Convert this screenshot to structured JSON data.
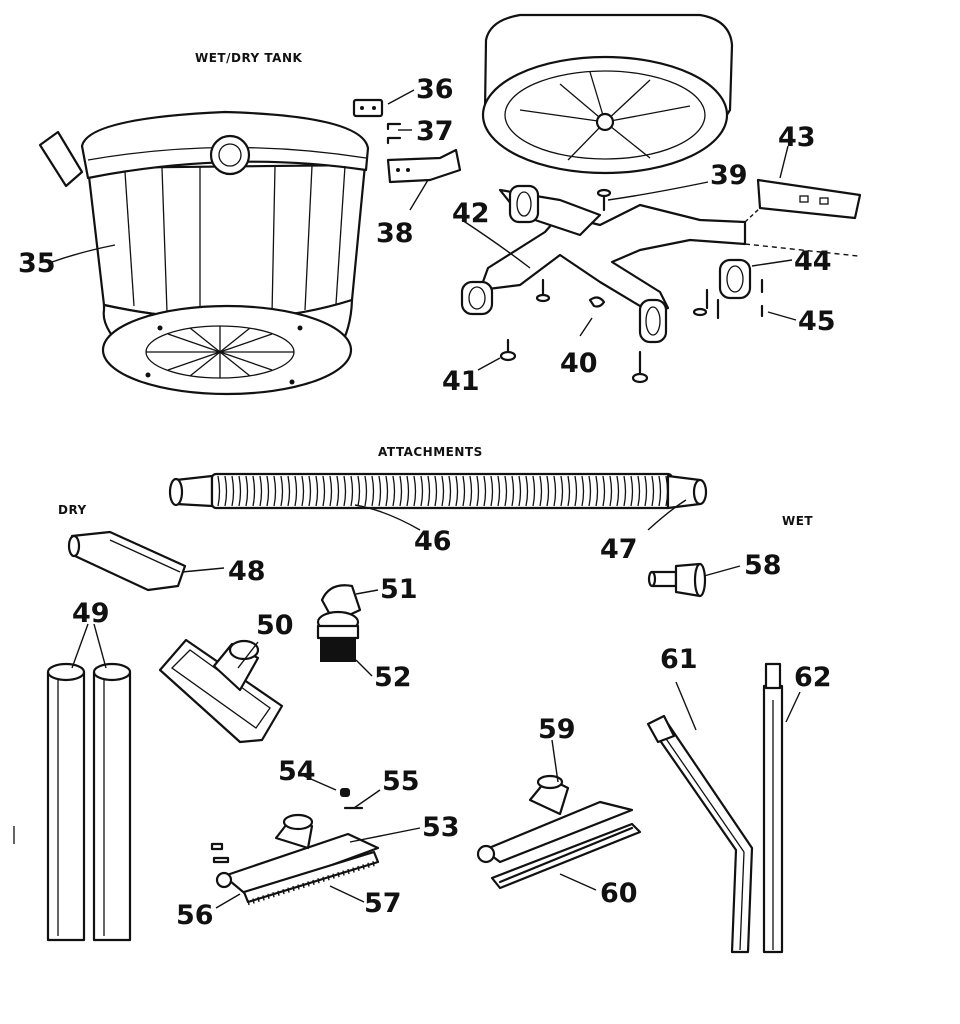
{
  "headings": {
    "tank": "WET/DRY TANK",
    "attachments": "ATTACHMENTS",
    "dry": "DRY",
    "wet": "WET"
  },
  "parts": {
    "p35": "35",
    "p36": "36",
    "p37": "37",
    "p38": "38",
    "p39": "39",
    "p40": "40",
    "p41": "41",
    "p42": "42",
    "p43": "43",
    "p44": "44",
    "p45": "45",
    "p46": "46",
    "p47": "47",
    "p48": "48",
    "p49": "49",
    "p50": "50",
    "p51": "51",
    "p52": "52",
    "p53": "53",
    "p54": "54",
    "p55": "55",
    "p56": "56",
    "p57": "57",
    "p58": "58",
    "p59": "59",
    "p60": "60",
    "p61": "61",
    "p62": "62"
  }
}
